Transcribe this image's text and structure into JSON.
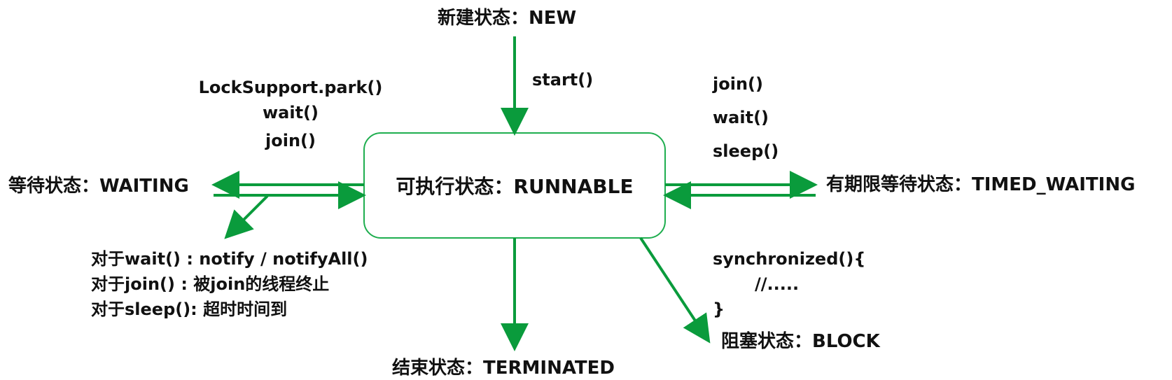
{
  "states": {
    "new": "新建状态：NEW",
    "runnable": "可执行状态：RUNNABLE",
    "waiting": "等待状态：WAITING",
    "timed_waiting": "有期限等待状态：TIMED_WAITING",
    "terminated": "结束状态：TERMINATED",
    "block": "阻塞状态：BLOCK"
  },
  "transitions": {
    "start": "start()",
    "to_waiting": [
      "LockSupport.park()",
      "wait()",
      "join()"
    ],
    "to_timed_waiting": [
      "join()",
      "wait()",
      "sleep()"
    ],
    "wake_conditions": [
      "对于wait()  : notify / notifyAll()",
      "对于join()   : 被join的线程终止",
      "对于sleep(): 超时时间到"
    ],
    "synchronized": [
      "synchronized(){",
      "//.....",
      "}"
    ]
  },
  "colors": {
    "arrow": "#0a9b3c",
    "box_border": "#1fae4f",
    "text": "#111111"
  }
}
